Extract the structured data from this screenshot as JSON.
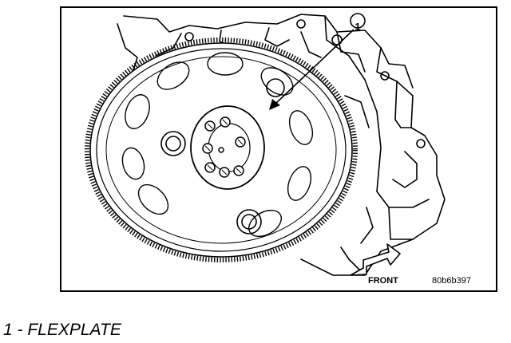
{
  "figure": {
    "callout_number": "1",
    "front_label": "FRONT",
    "figure_code": "80b6b397"
  },
  "caption": {
    "text": "1 - FLEXPLATE"
  }
}
